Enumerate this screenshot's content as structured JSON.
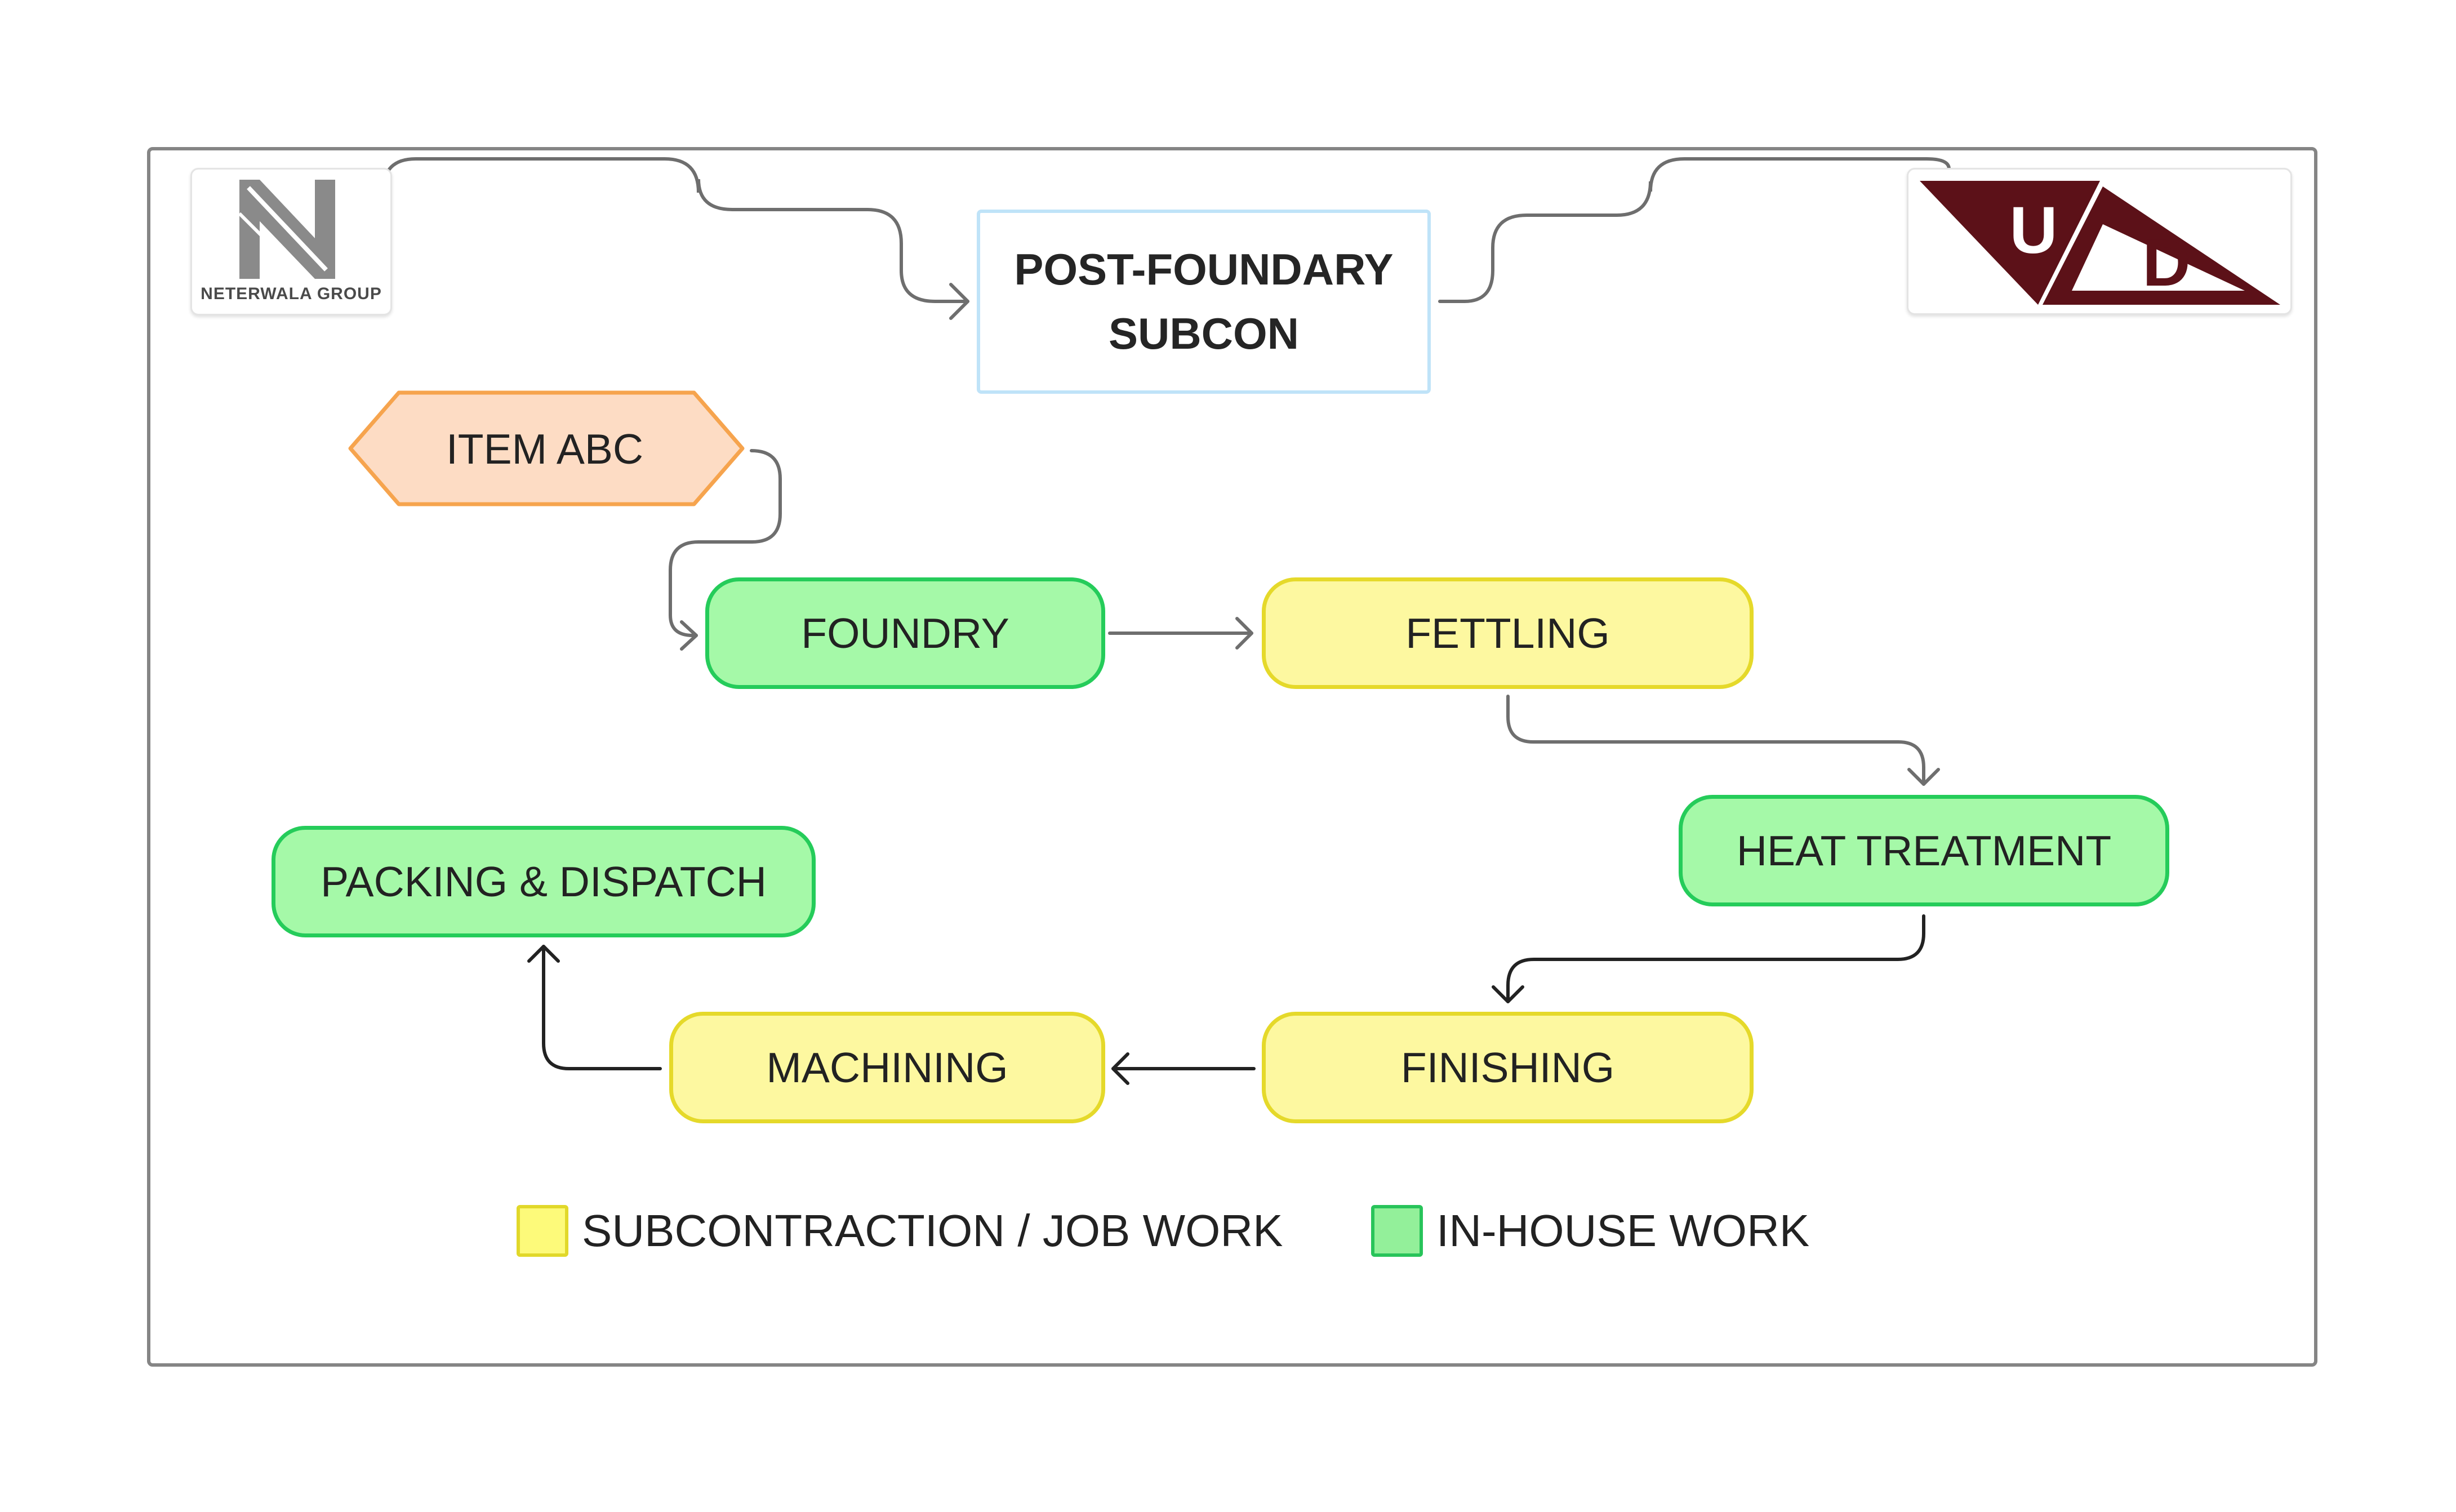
{
  "title": "POST-FOUNDARY\nSUBCON",
  "logos": {
    "left_text": "NETERWALA GROUP",
    "right_letters": [
      "U",
      "D"
    ]
  },
  "item": "ITEM ABC",
  "steps": {
    "foundry": "FOUNDRY",
    "fettling": "FETTLING",
    "heat_treatment": "HEAT TREATMENT",
    "finishing": "FINISHING",
    "machining": "MACHINING",
    "packing": "PACKING & DISPATCH"
  },
  "legend": {
    "subcontraction": "SUBCONTRACTION / JOB WORK",
    "inhouse": "IN-HOUSE WORK"
  },
  "colors": {
    "inhouse_fill": "#a5f9a8",
    "inhouse_border": "#25cc5a",
    "subcon_fill": "#fdf8a0",
    "subcon_border": "#e5d92a",
    "item_fill": "#fddcc4",
    "item_border": "#f6a44e",
    "title_border": "#bfe3f8",
    "logo_right_maroon": "#5c1118"
  }
}
